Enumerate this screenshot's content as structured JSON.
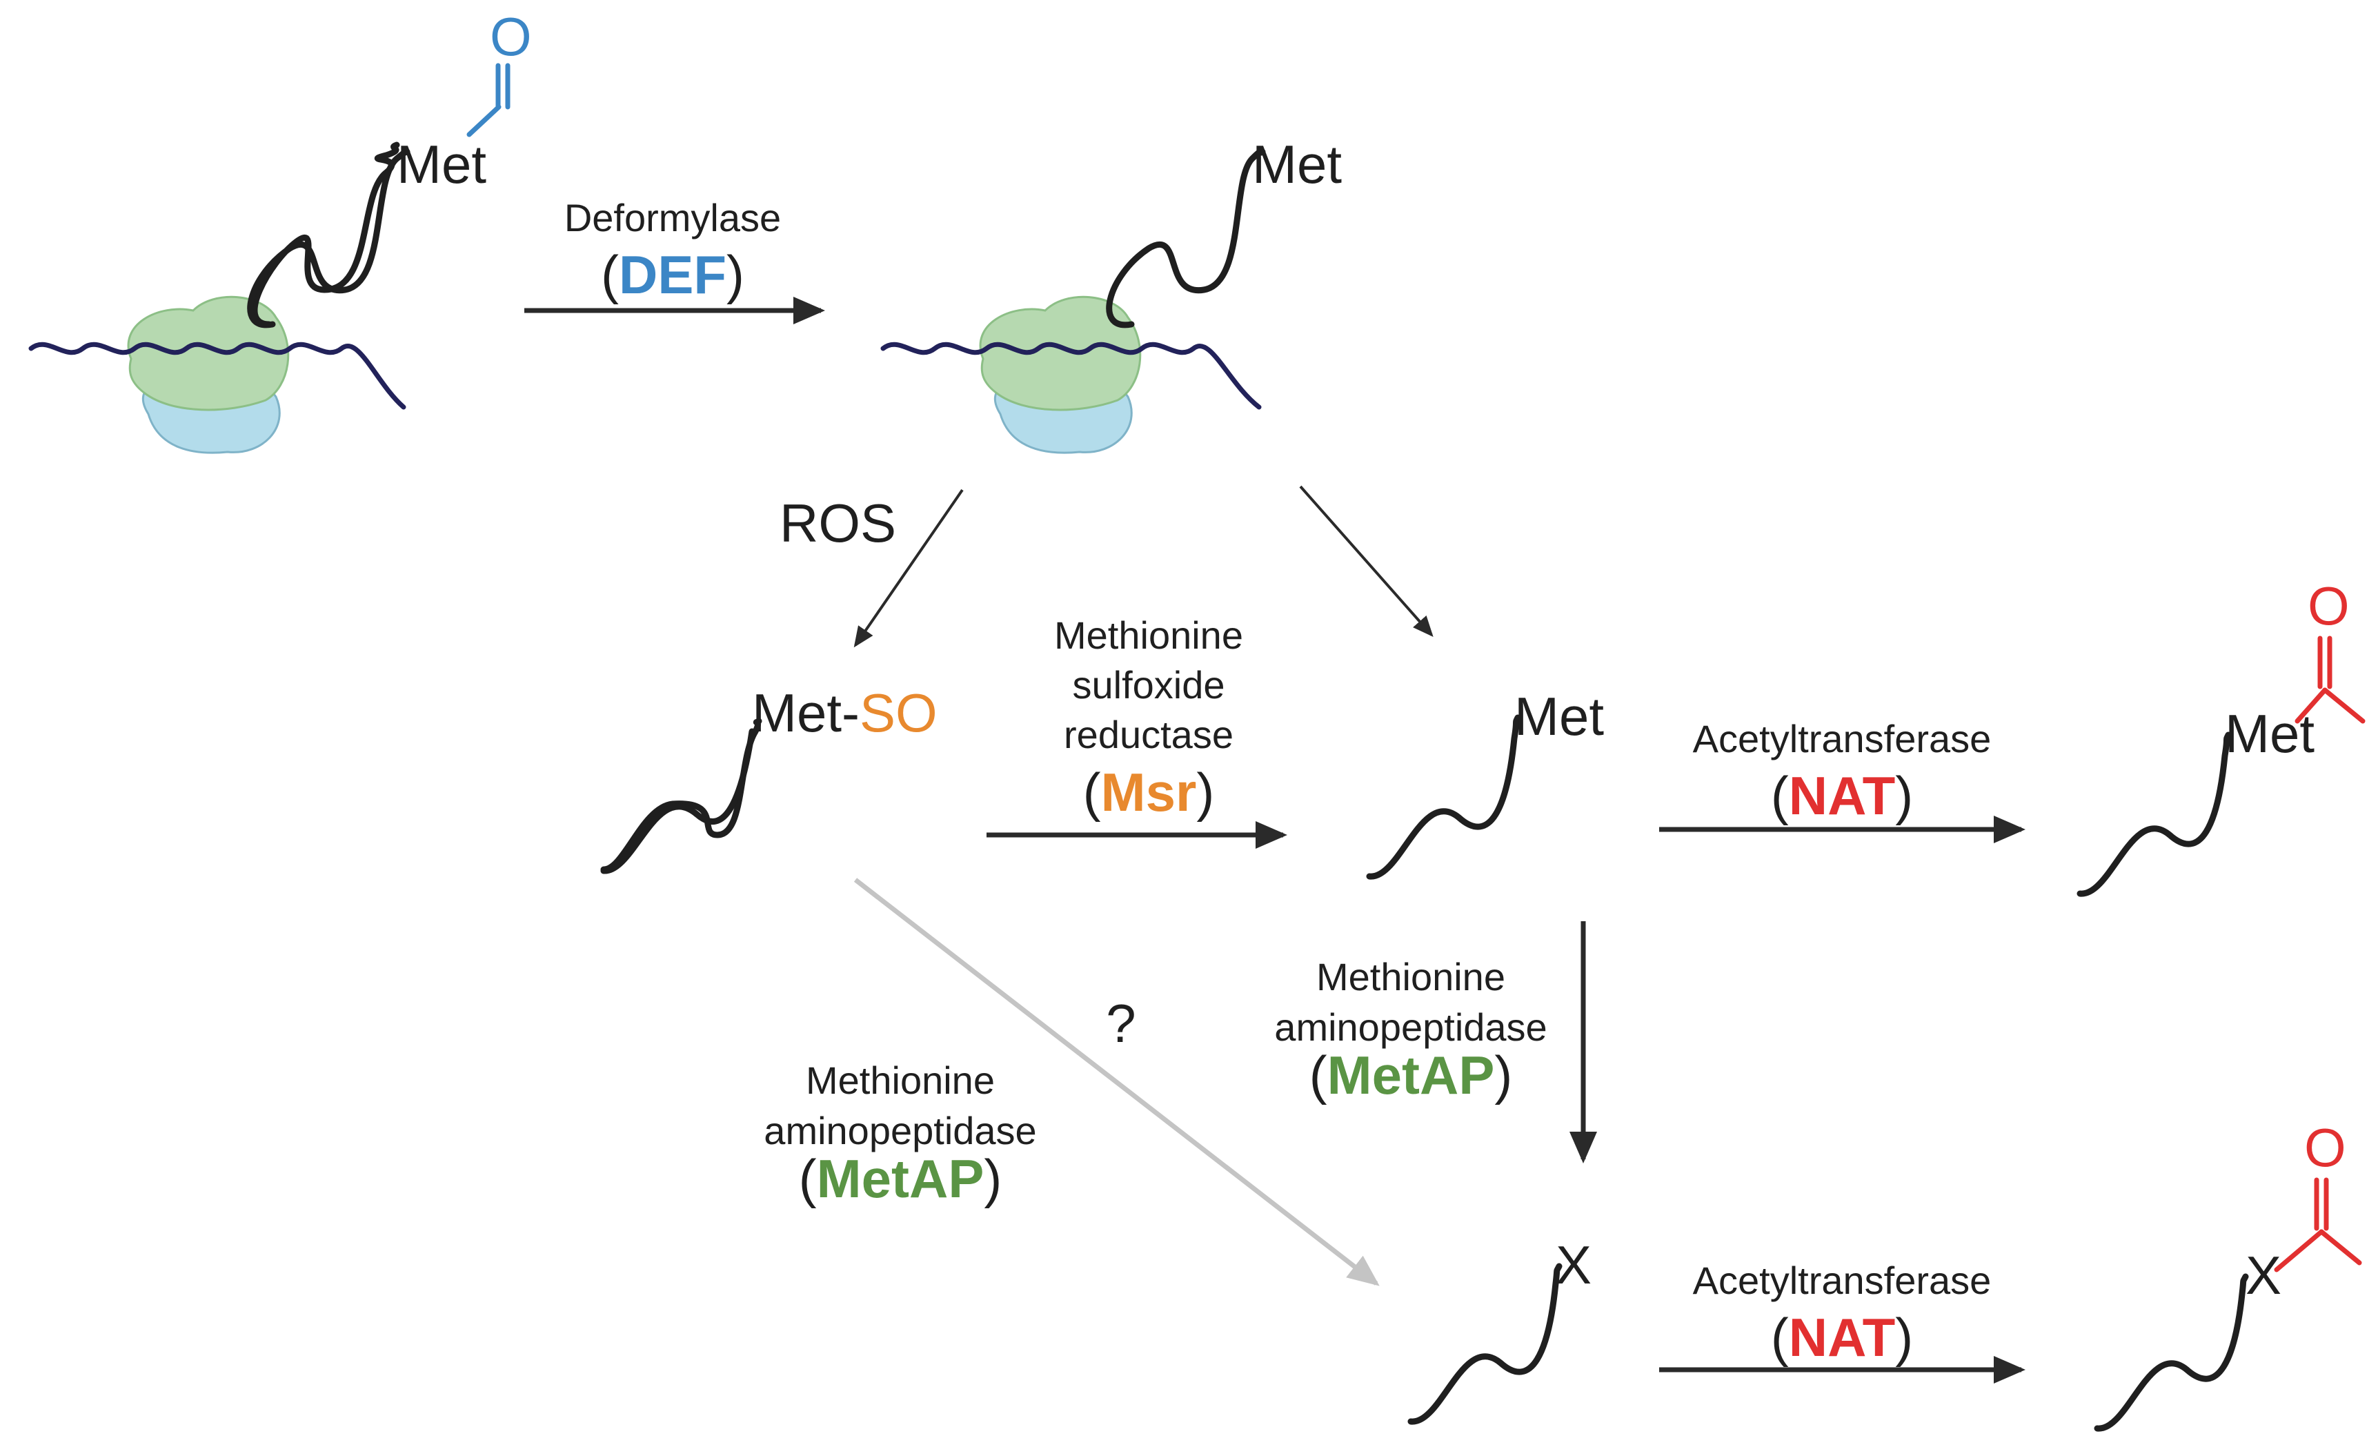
{
  "colors": {
    "text": "#1f1f1f",
    "def_blue": "#3b86c6",
    "msr_orange": "#e8892e",
    "nat_red": "#e23030",
    "metap_green": "#5a9444",
    "ribosome_large": "#b6d9b0",
    "ribosome_small": "#b3dceb",
    "mrna": "#22225a",
    "uncertain_arrow": "#c4c4c4"
  },
  "step_deformylase": {
    "enzyme": "Deformylase",
    "abbrev": "DEF",
    "open": "(",
    "close": ")"
  },
  "ros": {
    "label": "ROS"
  },
  "initial": {
    "residue": "Met"
  },
  "deformylated": {
    "residue": "Met"
  },
  "oxidized": {
    "residue": "Met-",
    "modification": "SO"
  },
  "free_met": {
    "residue": "Met"
  },
  "acetylated_met": {
    "residue": "Met"
  },
  "cleaved": {
    "residue": "X"
  },
  "acetylated_x": {
    "residue": "X"
  },
  "step_msr": {
    "line1": "Methionine",
    "line2": "sulfoxide",
    "line3": "reductase",
    "abbrev": "Msr",
    "open": "(",
    "close": ")"
  },
  "step_nat_top": {
    "enzyme": "Acetyltransferase",
    "abbrev": "NAT",
    "open": "(",
    "close": ")"
  },
  "step_nat_bottom": {
    "enzyme": "Acetyltransferase",
    "abbrev": "NAT",
    "open": "(",
    "close": ")"
  },
  "step_metap_main": {
    "line1": "Methionine",
    "line2": "aminopeptidase",
    "abbrev": "MetAP",
    "open": "(",
    "close": ")"
  },
  "step_metap_sulfoxide": {
    "line1": "Methionine",
    "line2": "aminopeptidase",
    "abbrev": "MetAP",
    "open": "(",
    "close": ")",
    "question": "?"
  },
  "icons": [
    "ribosome-icon",
    "peptide-chain-icon",
    "formyl-group-icon",
    "acetyl-group-icon"
  ]
}
